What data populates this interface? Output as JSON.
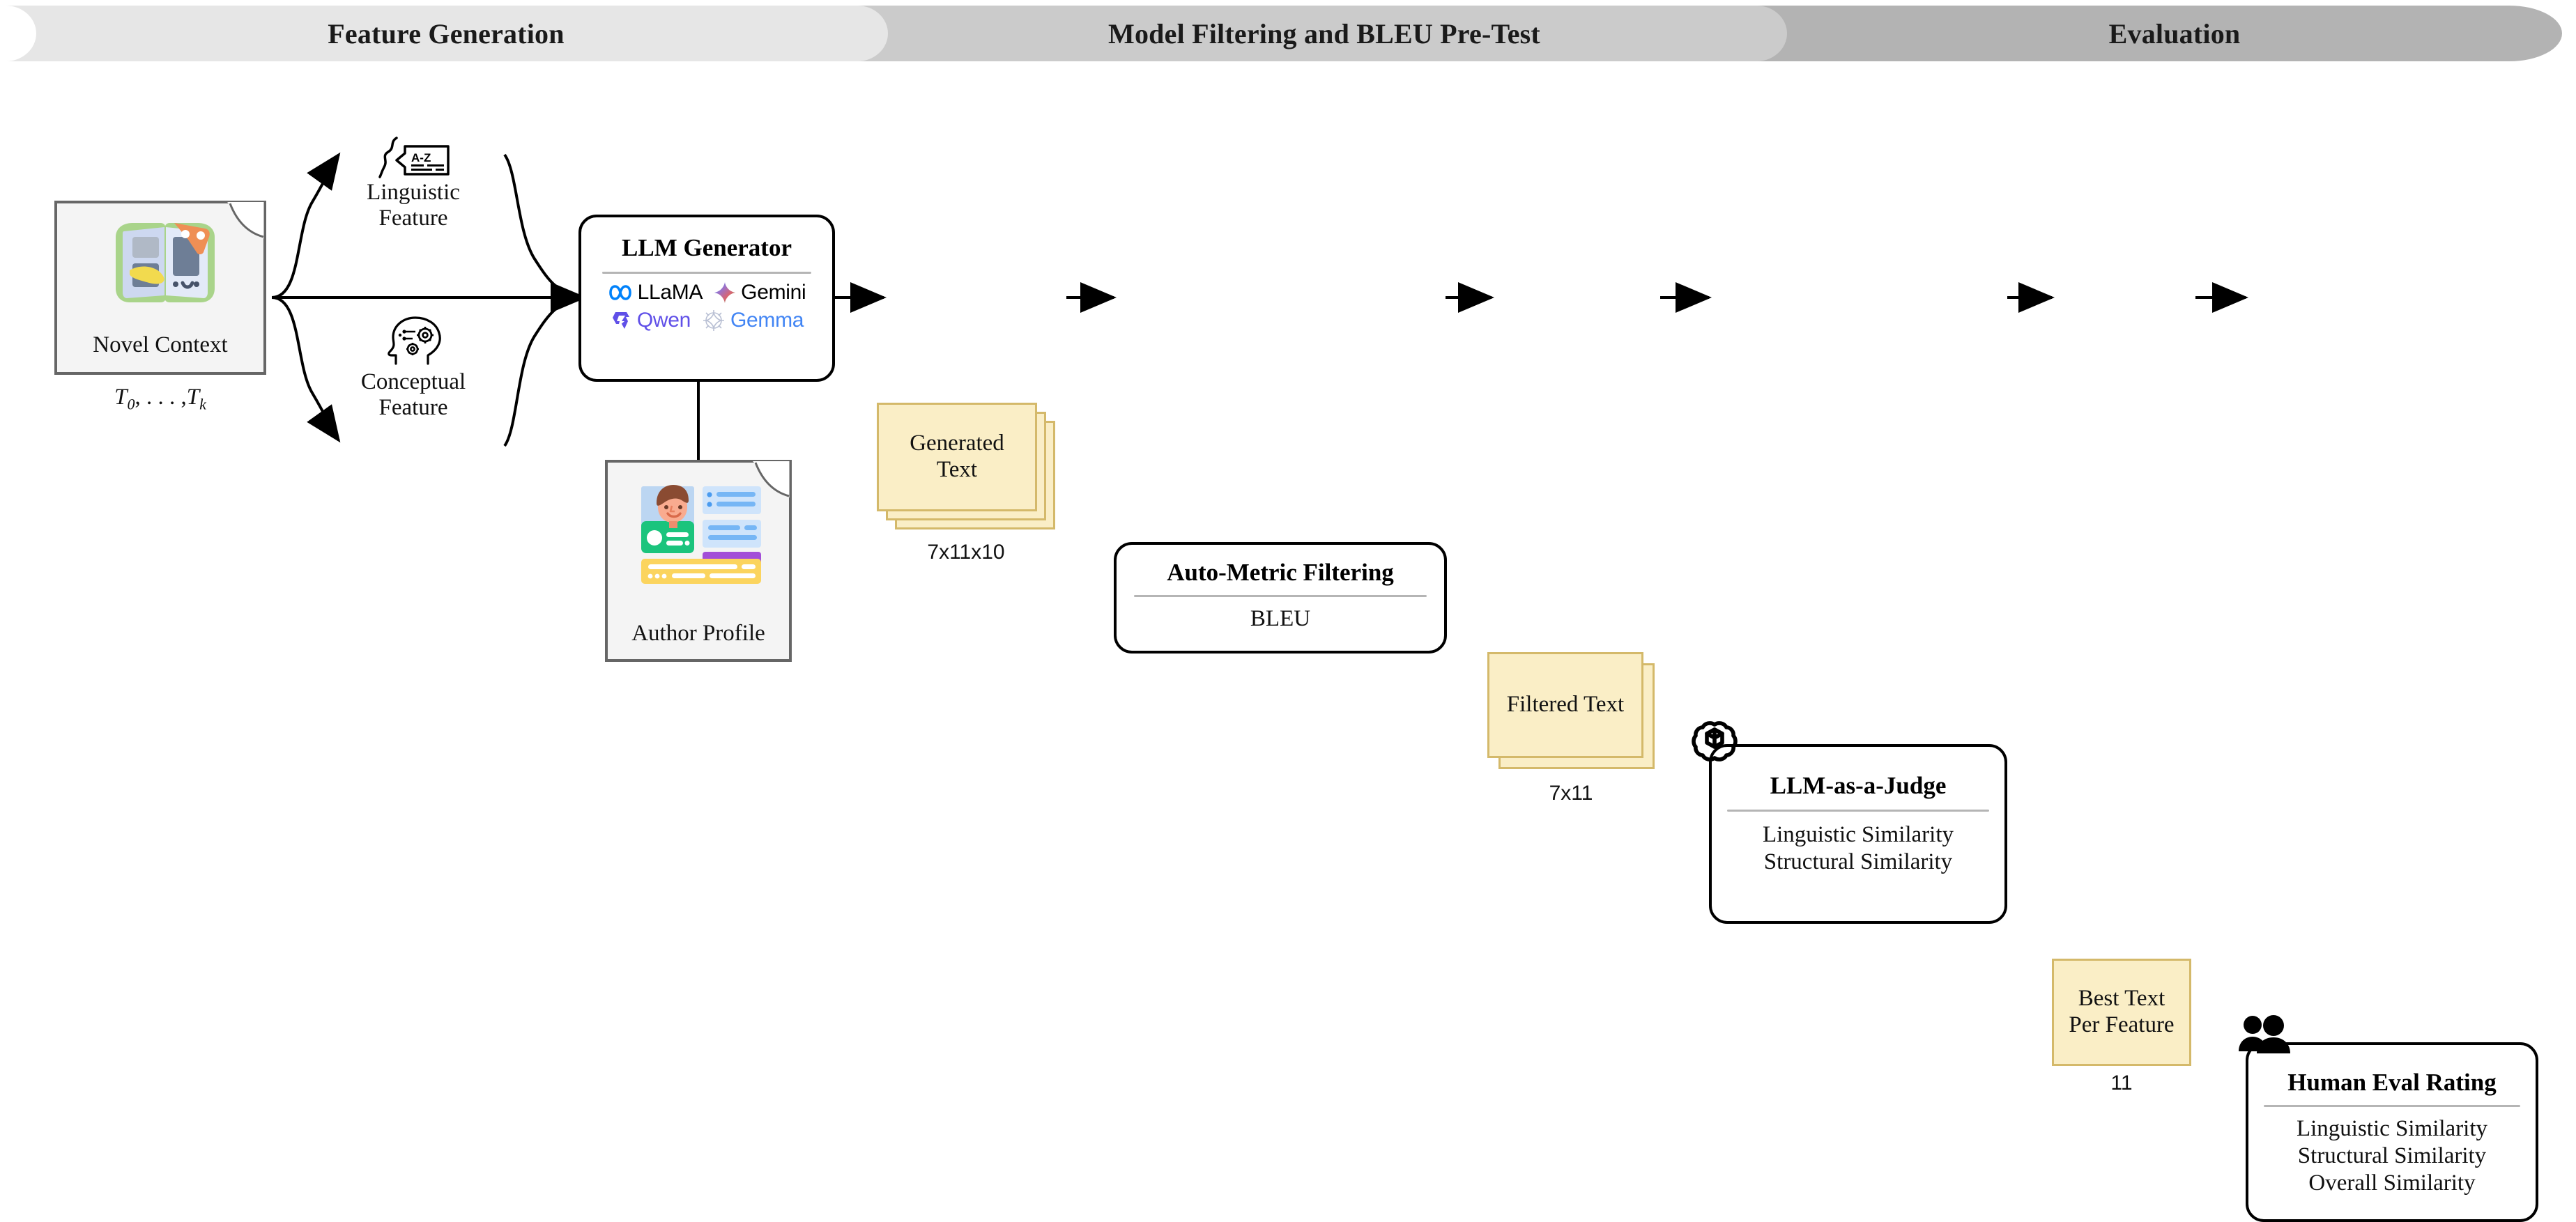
{
  "banner": {
    "stages": [
      {
        "label": "Feature Generation",
        "color": "#e6e6e6"
      },
      {
        "label": "Model Filtering and BLEU Pre-Test",
        "color": "#cbcbcb"
      },
      {
        "label": "Evaluation",
        "color": "#b3b3b3"
      }
    ]
  },
  "nodes": {
    "novel_context": {
      "icon": "open-book-icon",
      "label": "Novel Context",
      "caption": "T0, . . . , Tk",
      "caption_parts": {
        "t": "T",
        "sub0": "0",
        "dots": ", . . . ,",
        "t2": "T",
        "subk": "k"
      }
    },
    "linguistic_feature": {
      "icon": "a-z-dictionary-icon",
      "label_line1": "Linguistic",
      "label_line2": "Feature"
    },
    "conceptual_feature": {
      "icon": "head-with-gears-icon",
      "label_line1": "Conceptual",
      "label_line2": "Feature"
    },
    "author_profile": {
      "icon": "id-card-profile-icon",
      "label": "Author Profile"
    },
    "llm_generator": {
      "title": "LLM Generator",
      "models": [
        {
          "name": "LLaMA",
          "icon": "meta-infinity-icon",
          "color": "#000000"
        },
        {
          "name": "Gemini",
          "icon": "gemini-star-icon",
          "color": "#000000"
        },
        {
          "name": "Qwen",
          "icon": "qwen-logo-icon",
          "color": "#6050e8"
        },
        {
          "name": "Gemma",
          "icon": "gemma-star-icon",
          "color": "#4285f4"
        }
      ]
    },
    "generated_text": {
      "label_line1": "Generated",
      "label_line2": "Text",
      "caption": "7x11x10",
      "stack_count": 3
    },
    "auto_metric_filtering": {
      "title": "Auto-Metric Filtering",
      "metric": "BLEU"
    },
    "filtered_text": {
      "label": "Filtered Text",
      "caption": "7x11",
      "stack_count": 2
    },
    "llm_as_a_judge": {
      "icon": "openai-logo-icon",
      "title": "LLM-as-a-Judge",
      "criteria": [
        "Linguistic Similarity",
        "Structural Similarity"
      ]
    },
    "best_text_per_feature": {
      "label_line1": "Best Text",
      "label_line2": "Per Feature",
      "caption": "11",
      "stack_count": 1
    },
    "human_eval_rating": {
      "icon": "people-group-icon",
      "title": "Human Eval Rating",
      "criteria": [
        "Linguistic Similarity",
        "Structural Similarity",
        "Overall Similarity"
      ]
    }
  },
  "colors": {
    "card_fill": "#faeec6",
    "card_border": "#d4b96a",
    "box_border": "#000000",
    "doc_border": "#666666",
    "doc_fill": "#f4f4f4",
    "rule": "#b5b5b5"
  }
}
